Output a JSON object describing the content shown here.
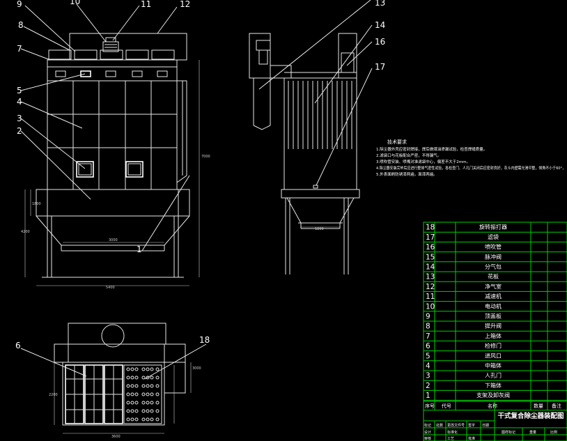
{
  "callouts": {
    "front": [
      "9",
      "10",
      "11",
      "12",
      "8",
      "7",
      "5",
      "4",
      "3",
      "2",
      "1"
    ],
    "side": [
      "13",
      "14",
      "16",
      "17"
    ],
    "plan": [
      "6",
      "18"
    ]
  },
  "dimensions": {
    "overall_height": "7000",
    "hopper_height": "1800",
    "support_height": "4200",
    "bottom_width": "3000",
    "base_width": "5400",
    "side_bottom_width": "1800",
    "plan_width": "3600",
    "plan_depth": "2200",
    "plan_right": "3000"
  },
  "notes": {
    "title": "技术要求",
    "items": [
      "1.除尘器外壳应密封焊接，焊后做煤油渗漏试验，检查焊缝质量。",
      "2.滤袋口与花板配合严密，不得漏气。",
      "3.喷吹管安装、喷嘴对准滤袋中心，偏差不大于2mm。",
      "4.除尘器安装完毕后应进行整体气密性试验，各检查门、人孔门关闭后应密封良好，灰斗内壁需光滑平整，倾角不小于60°，",
      "5.外表面刷防锈漆两遍，面漆两遍。"
    ]
  },
  "bom": {
    "rows": [
      {
        "no": "18",
        "name": "旋转振打器"
      },
      {
        "no": "17",
        "name": "滤袋"
      },
      {
        "no": "16",
        "name": "喷吹管"
      },
      {
        "no": "15",
        "name": "脉冲阀"
      },
      {
        "no": "14",
        "name": "分气包"
      },
      {
        "no": "13",
        "name": "花板"
      },
      {
        "no": "12",
        "name": "净气室"
      },
      {
        "no": "11",
        "name": "减速机"
      },
      {
        "no": "10",
        "name": "电动机"
      },
      {
        "no": "9",
        "name": "顶盖板"
      },
      {
        "no": "8",
        "name": "提升阀"
      },
      {
        "no": "7",
        "name": "上箱体"
      },
      {
        "no": "6",
        "name": "检修门"
      },
      {
        "no": "5",
        "name": "进风口"
      },
      {
        "no": "4",
        "name": "中箱体"
      },
      {
        "no": "3",
        "name": "人孔门"
      },
      {
        "no": "2",
        "name": "下箱体"
      },
      {
        "no": "1",
        "name": "支架及卸灰阀"
      }
    ],
    "header": {
      "seq": "序号",
      "code": "代号",
      "name": "名称",
      "qty": "数量",
      "remark": "备注"
    }
  },
  "title_block": {
    "title": "干式复合除尘器装配图",
    "cells": [
      "标记",
      "处数",
      "更改文件号",
      "签字",
      "日期",
      "设计",
      "标准化",
      "审核",
      "工艺",
      "批准",
      "图样标记",
      "重量",
      "比例"
    ]
  }
}
